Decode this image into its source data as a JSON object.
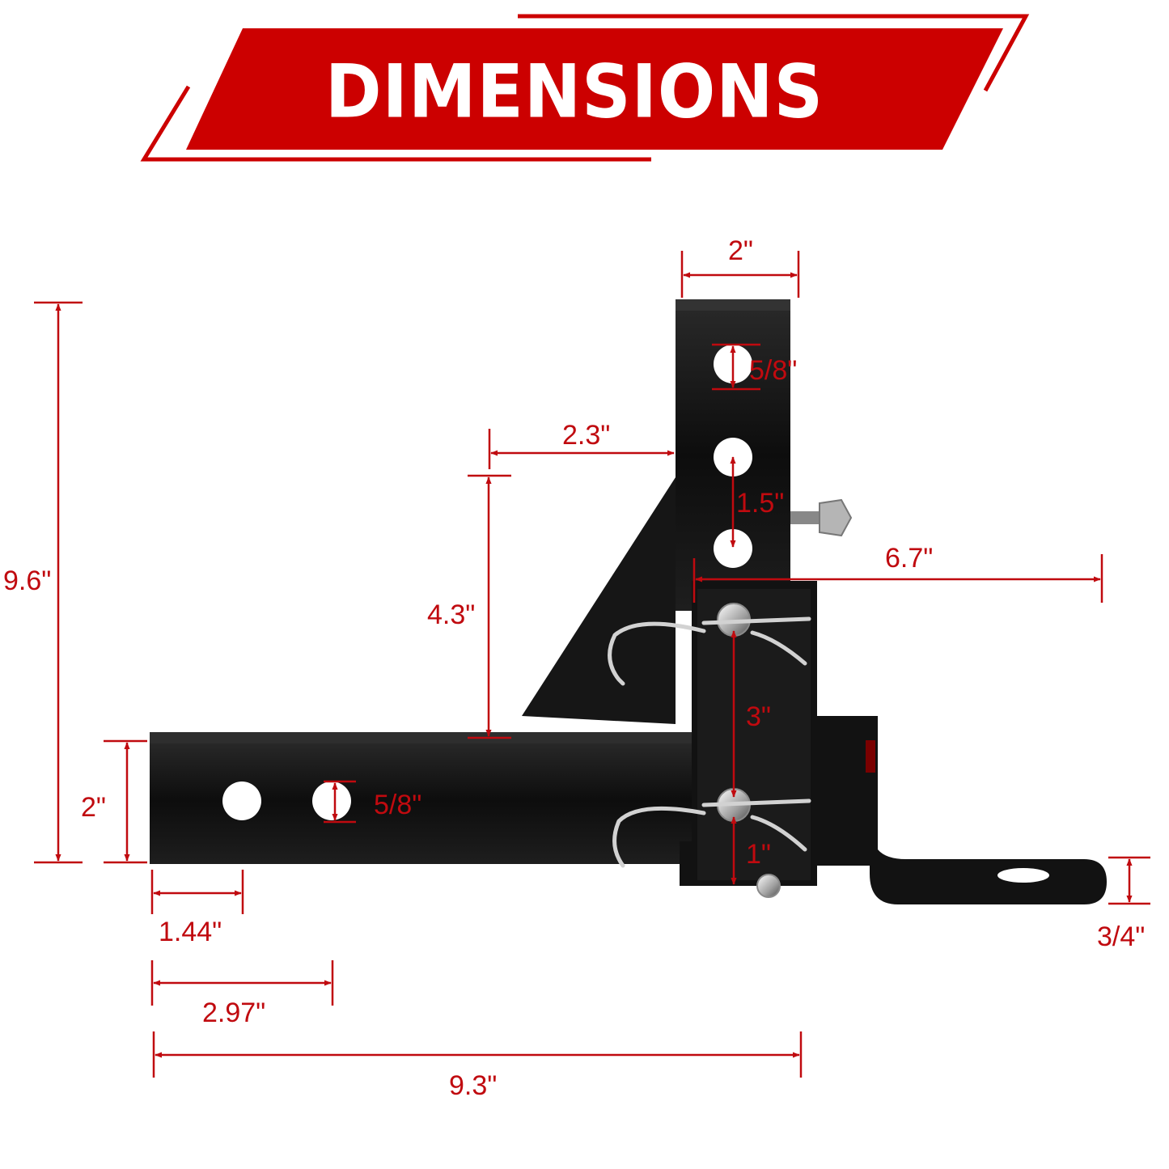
{
  "banner": {
    "title": "DIMENSIONS",
    "color": "#cc0000"
  },
  "colors": {
    "dimension_line": "#c00a0f",
    "product_body": "#111111",
    "pin_metal": "#c8c8c8"
  },
  "dimensions": {
    "shank_width": "2\"",
    "upper_hole_diameter": "5/8\"",
    "gusset_offset": "2.3\"",
    "hole_spacing": "1.5\"",
    "mount_length": "6.7\"",
    "overall_height": "9.6\"",
    "gusset_height": "4.3\"",
    "pin_spacing": "3\"",
    "shank_height": "2\"",
    "lower_hole_diameter": "5/8\"",
    "bottom_offset": "1\"",
    "plate_thickness": "3/4\"",
    "first_hole_offset": "1.44\"",
    "second_hole_offset": "2.97\"",
    "overall_length": "9.3\""
  },
  "icons": {
    "product": "adjustable-hitch-ball-mount-icon",
    "pins": "hitch-pin-clip-icon"
  }
}
